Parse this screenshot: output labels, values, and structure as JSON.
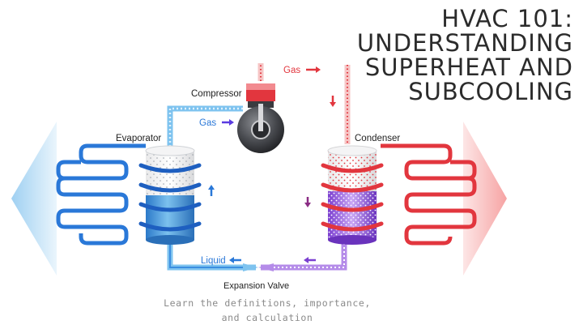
{
  "title": {
    "line1": "HVAC 101:",
    "line2": "UNDERSTANDING",
    "line3": "SUPERHEAT AND",
    "line4": "SUBCOOLING"
  },
  "components": {
    "compressor": "Compressor",
    "evaporator": "Evaporator",
    "condenser": "Condenser",
    "expansion_valve": "Expansion Valve"
  },
  "flow_labels": {
    "gas_top": "Gas",
    "gas_left": "Gas",
    "liquid": "Liquid"
  },
  "caption": {
    "line1": "Learn the definitions, importance,",
    "line2": "and calculation"
  },
  "colors": {
    "cold": "#2a78d8",
    "hot": "#e2363e",
    "purple": "#8a4ad6",
    "cold_fan": "#bfe0f6",
    "hot_fan": "#f8b6b6"
  }
}
